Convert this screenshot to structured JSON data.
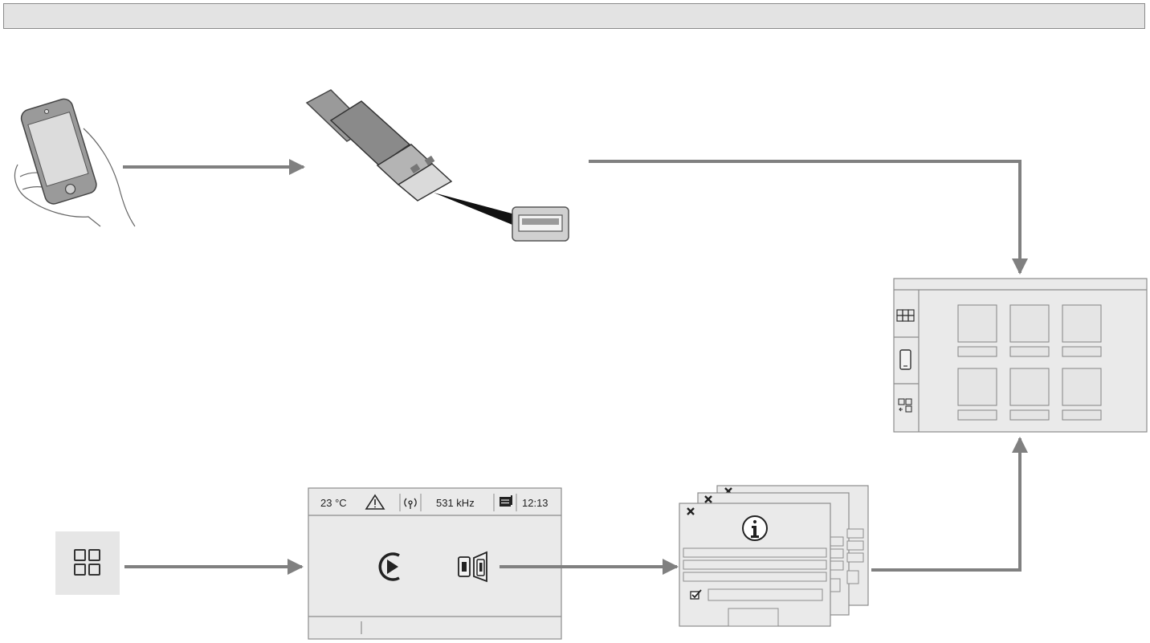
{
  "radio_screen": {
    "temperature": "23 °C",
    "frequency": "531 kHz",
    "time": "12:13"
  },
  "colors": {
    "arrow": "#808080",
    "panel_fill": "#eaeaea",
    "panel_stroke": "#8c8c8c",
    "header_fill": "#e3e3e3",
    "menu_button_fill": "#e6e6e6"
  },
  "icons": [
    "smartphone-in-hand-icon",
    "usb-plug-icon",
    "usb-port-icon",
    "apps-grid-icon",
    "warning-icon",
    "radio-broadcast-icon",
    "messages-icon",
    "play-circle-icon",
    "mirror-screen-icon",
    "info-icon",
    "close-icon",
    "checkbox-icon",
    "phone-icon",
    "swap-screens-icon"
  ]
}
